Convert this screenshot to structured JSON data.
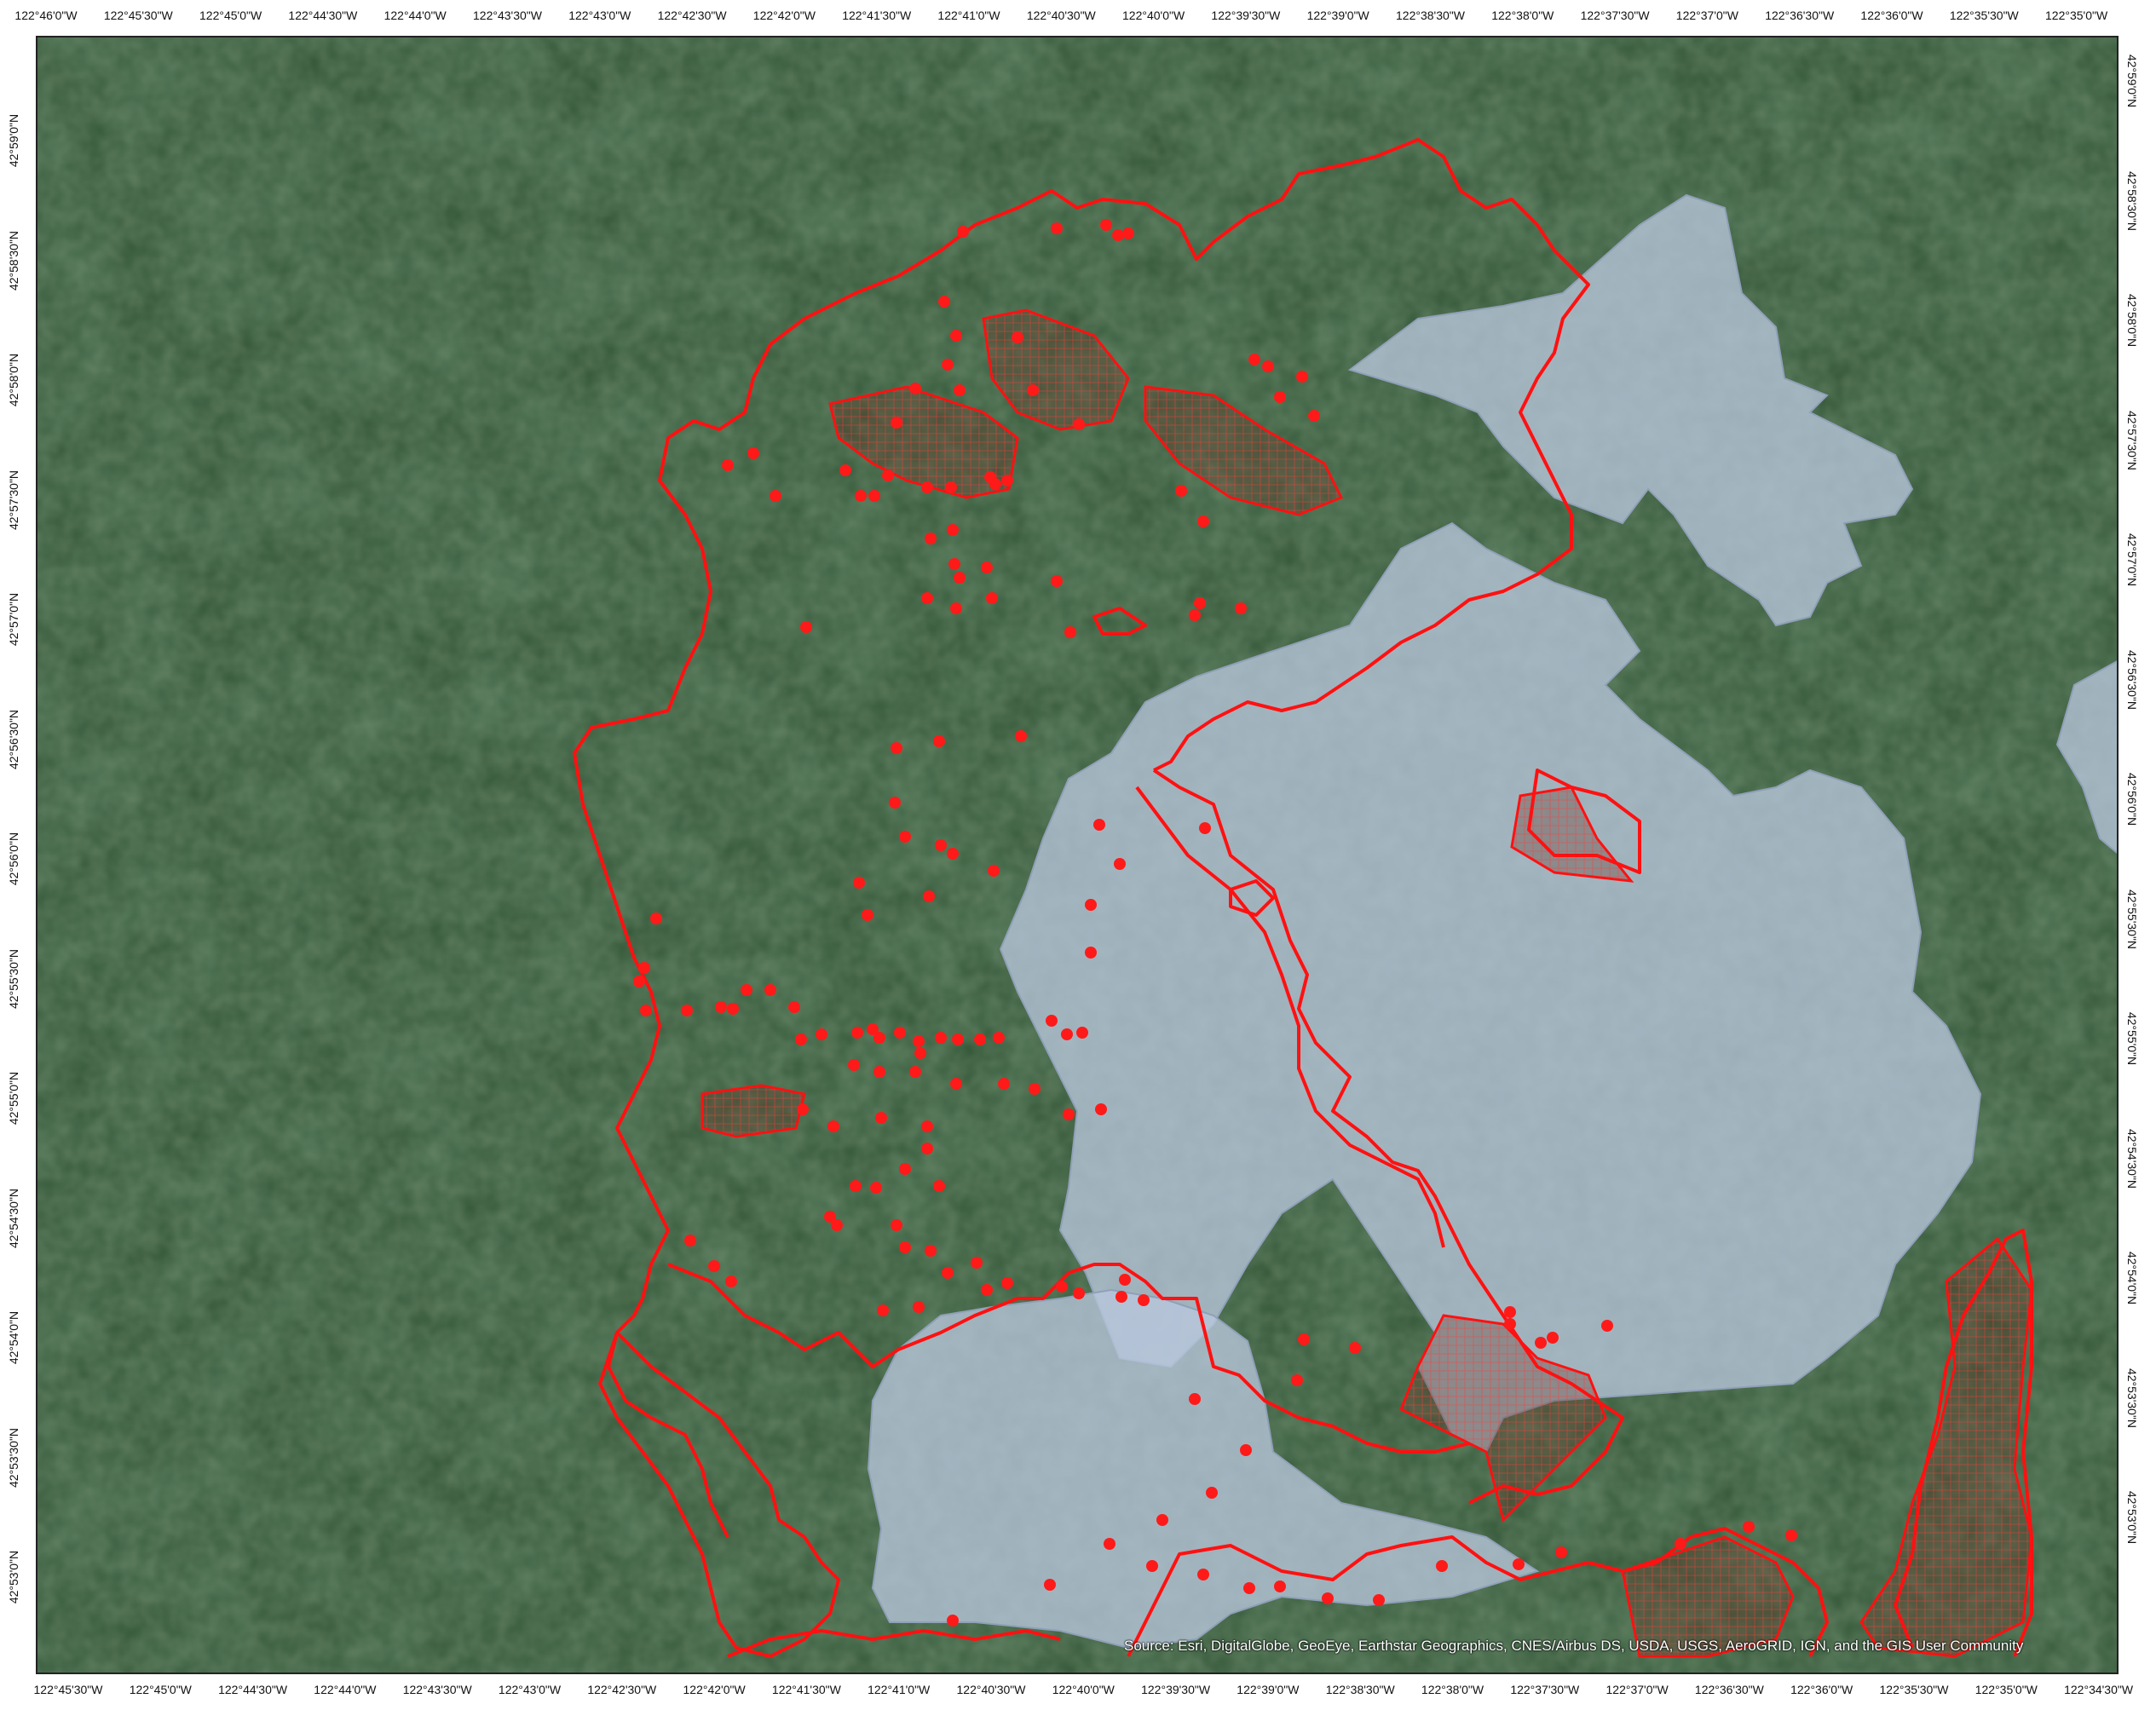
{
  "map": {
    "colors": {
      "forest_dark": "#1f3d25",
      "forest_mid": "#2f5a33",
      "forest_light": "#4c7040",
      "burn_overlay": "#b9c6dd",
      "fire_perimeter": "#ff1111",
      "points": "#ff1a1a"
    },
    "top_ticks": [
      "122°46'0\"W",
      "122°45'30\"W",
      "122°45'0\"W",
      "122°44'30\"W",
      "122°44'0\"W",
      "122°43'30\"W",
      "122°43'0\"W",
      "122°42'30\"W",
      "122°42'0\"W",
      "122°41'30\"W",
      "122°41'0\"W",
      "122°40'30\"W",
      "122°40'0\"W",
      "122°39'30\"W",
      "122°39'0\"W",
      "122°38'30\"W",
      "122°38'0\"W",
      "122°37'30\"W",
      "122°37'0\"W",
      "122°36'30\"W",
      "122°36'0\"W",
      "122°35'30\"W",
      "122°35'0\"W"
    ],
    "bottom_ticks": [
      "122°45'30\"W",
      "122°45'0\"W",
      "122°44'30\"W",
      "122°44'0\"W",
      "122°43'30\"W",
      "122°43'0\"W",
      "122°42'30\"W",
      "122°42'0\"W",
      "122°41'30\"W",
      "122°41'0\"W",
      "122°40'30\"W",
      "122°40'0\"W",
      "122°39'30\"W",
      "122°39'0\"W",
      "122°38'30\"W",
      "122°38'0\"W",
      "122°37'30\"W",
      "122°37'0\"W",
      "122°36'30\"W",
      "122°36'0\"W",
      "122°35'30\"W",
      "122°35'0\"W",
      "122°34'30\"W"
    ],
    "left_ticks": [
      "42°59'0\"N",
      "42°58'30\"N",
      "42°58'0\"N",
      "42°57'30\"N",
      "42°57'0\"N",
      "42°56'30\"N",
      "42°56'0\"N",
      "42°55'30\"N",
      "42°55'0\"N",
      "42°54'30\"N",
      "42°54'0\"N",
      "42°53'30\"N",
      "42°53'0\"N"
    ],
    "right_ticks": [
      "42°59'0\"N",
      "42°58'30\"N",
      "42°58'0\"N",
      "42°57'30\"N",
      "42°57'0\"N",
      "42°56'30\"N",
      "42°56'0\"N",
      "42°55'30\"N",
      "42°55'0\"N",
      "42°54'30\"N",
      "42°54'0\"N",
      "42°53'30\"N",
      "42°53'0\"N"
    ],
    "attribution": "Source: Esri, DigitalGlobe, GeoEye, Earthstar Geographics, CNES/Airbus DS, USDA, USGS, AeroGRID, IGN, and the GIS User Community"
  }
}
